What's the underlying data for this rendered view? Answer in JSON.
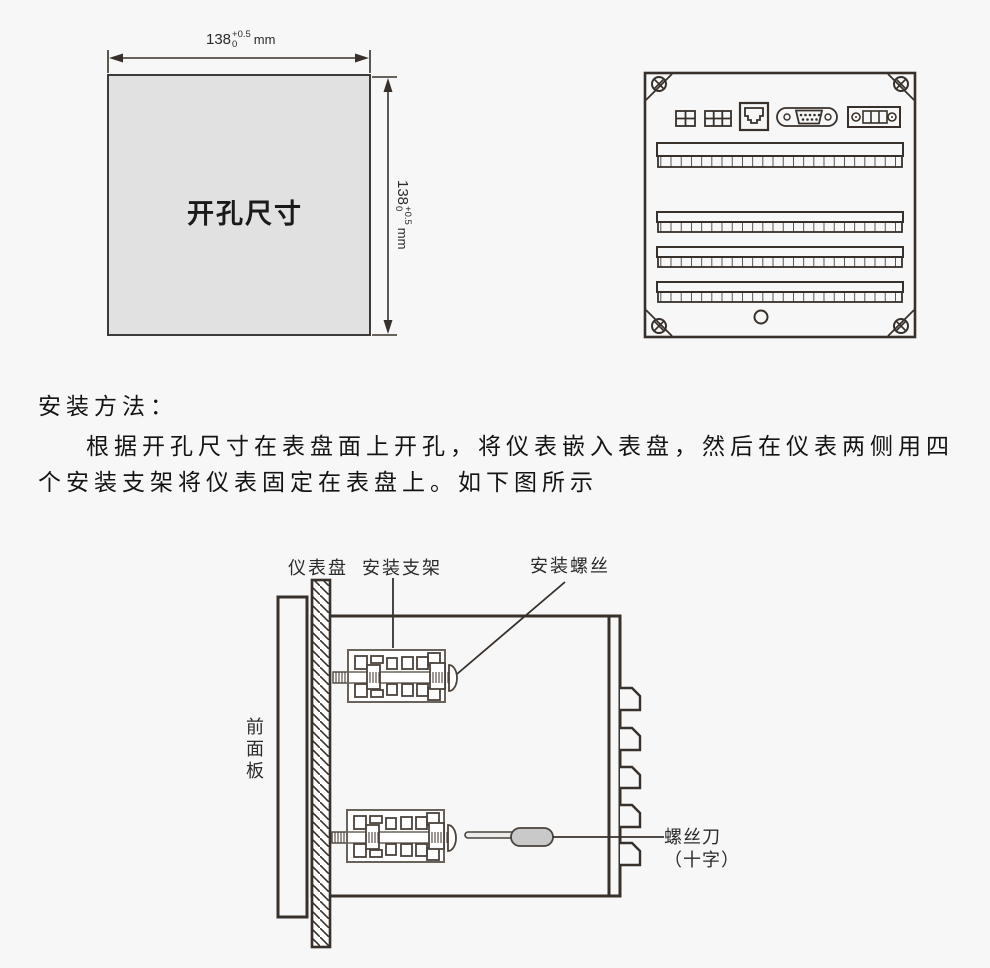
{
  "colors": {
    "background": "#f7f7f7",
    "line": "#38302a",
    "cutout_fill": "#e1e1e1",
    "screwdriver_handle_fill": "#c9c9c9",
    "screwdriver_shaft_fill": "#ececec"
  },
  "cutout": {
    "label": "开孔尺寸",
    "dim": {
      "value": "138",
      "tol_plus": "+0.5",
      "tol_minus": "0",
      "unit": "mm"
    }
  },
  "instructions": {
    "heading": "安装方法：",
    "line1": "根据开孔尺寸在表盘面上开孔，将仪表嵌入表盘，然后在仪表两侧用四",
    "line2": "个安装支架将仪表固定在表盘上。如下图所示"
  },
  "install_labels": {
    "panel": "仪表盘",
    "bracket": "安装支架",
    "screw": "安装螺丝",
    "front_panel": [
      "前",
      "面",
      "板"
    ],
    "screwdriver": "螺丝刀",
    "screwdriver_type": "（十字）"
  }
}
